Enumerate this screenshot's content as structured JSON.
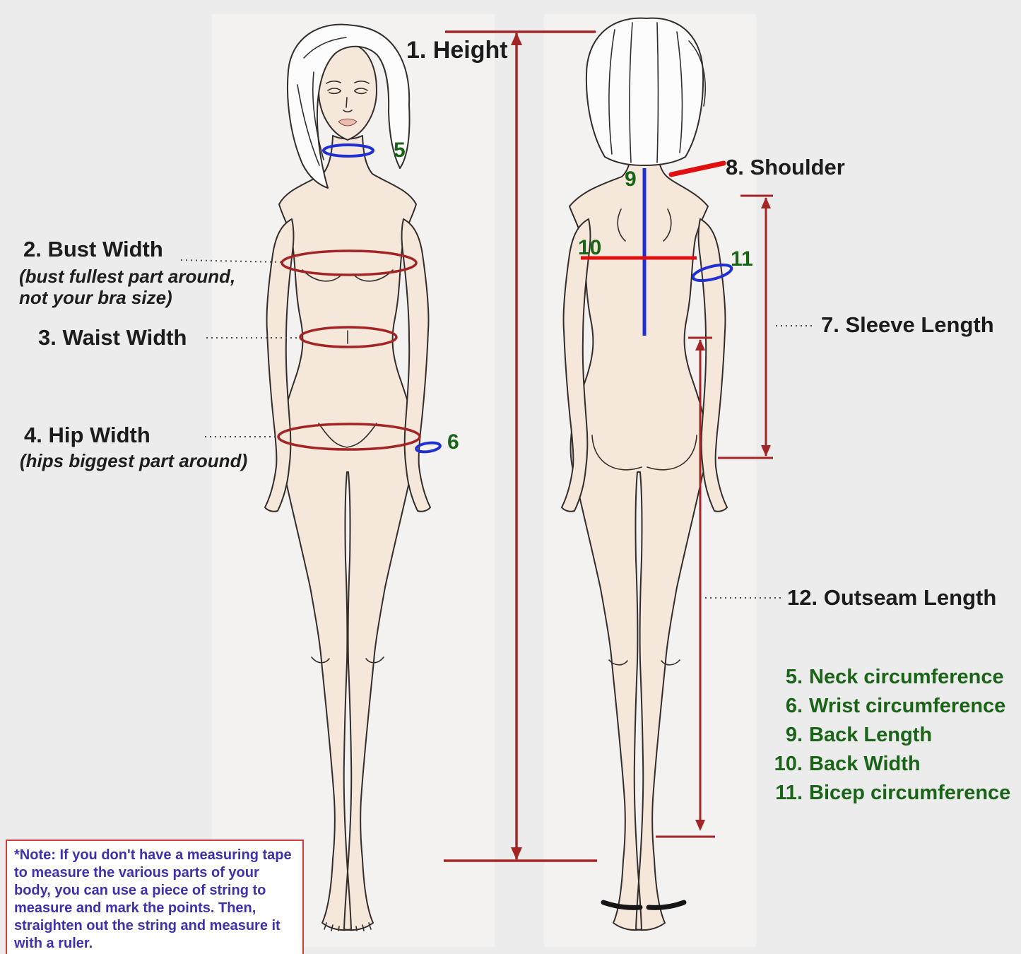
{
  "title": "Body measurement guide diagram",
  "colors": {
    "bg": "#ececec",
    "text": "#1c1c1c",
    "green": "#1a6418",
    "red": "#e01010",
    "darkred": "#a32424",
    "blue": "#1f2fd4",
    "skin": "#f5e8db",
    "line": "#332e2b",
    "note_text": "#3d31ad",
    "note_border": "#d43c3c"
  },
  "measurements": {
    "height": "1. Height",
    "bust": {
      "title": "2. Bust Width",
      "sub_line1": "(bust fullest part around,",
      "sub_line2": "not your bra size)"
    },
    "waist": "3. Waist Width",
    "hip": {
      "title": "4. Hip Width",
      "sub": "(hips biggest part around)"
    },
    "neck_marker": "5",
    "wrist_marker": "6",
    "sleeve": "7. Sleeve Length",
    "shoulder": "8. Shoulder",
    "back_length_marker": "9",
    "back_width_marker": "10",
    "bicep_marker": "11",
    "outseam": "12. Outseam Length"
  },
  "legend": [
    {
      "num": "5.",
      "label": "Neck circumference"
    },
    {
      "num": "6.",
      "label": "Wrist circumference"
    },
    {
      "num": "9.",
      "label": "Back Length"
    },
    {
      "num": "10.",
      "label": "Back Width"
    },
    {
      "num": "11.",
      "label": "Bicep circumference"
    }
  ],
  "note": {
    "lines": [
      "*Note: If you don't have a measuring tape",
      "to measure the various parts of your",
      "body, you can use a piece of string to",
      "measure and mark the points. Then,",
      "straighten out the string and measure it",
      "with a ruler."
    ]
  }
}
